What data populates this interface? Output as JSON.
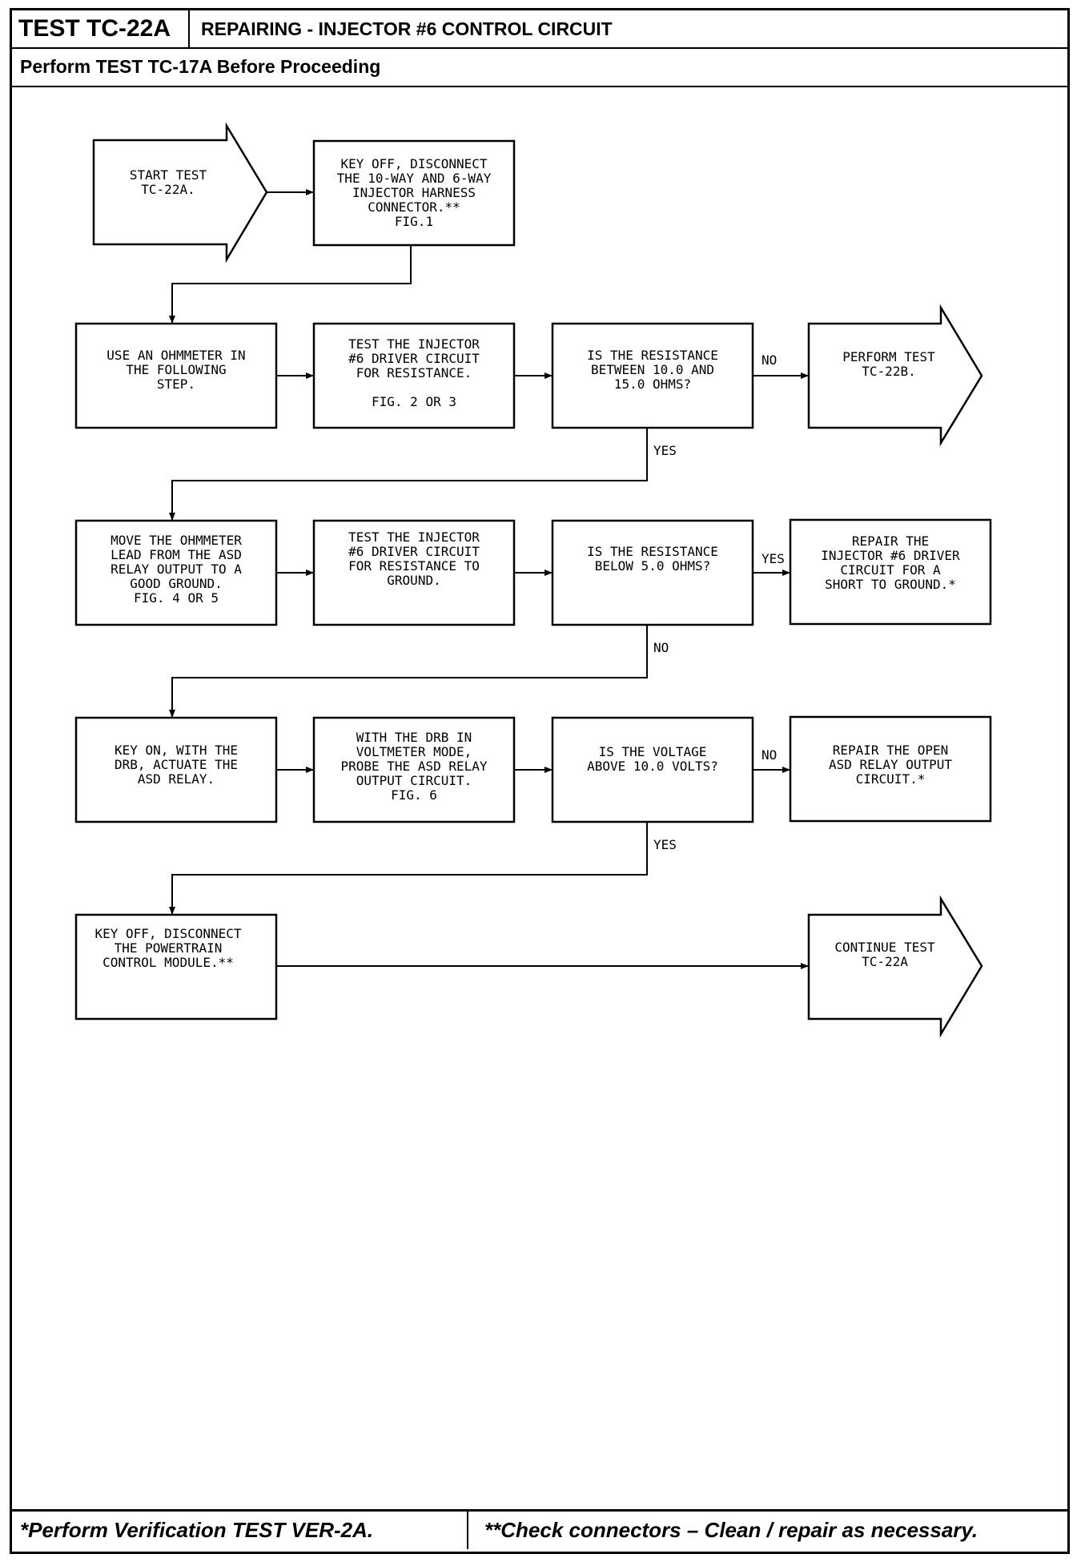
{
  "header": {
    "test_id": "TEST TC-22A",
    "title": "REPAIRING - INJECTOR #6 CONTROL CIRCUIT",
    "prerequisite": "Perform TEST TC-17A Before Proceeding"
  },
  "flow": {
    "start": [
      "START TEST",
      "TC-22A."
    ],
    "step1": [
      "KEY OFF, DISCONNECT",
      "THE 10-WAY AND 6-WAY",
      "INJECTOR HARNESS",
      "CONNECTOR.**",
      "FIG.1"
    ],
    "step2": [
      "USE AN OHMMETER IN",
      "THE FOLLOWING",
      "STEP."
    ],
    "step3": [
      "TEST THE INJECTOR",
      "#6 DRIVER CIRCUIT",
      "FOR RESISTANCE.",
      "",
      "FIG. 2 OR 3"
    ],
    "q1": [
      "IS THE RESISTANCE",
      "BETWEEN 10.0 AND",
      "15.0 OHMS?"
    ],
    "q1_no_target": [
      "PERFORM TEST",
      "TC-22B."
    ],
    "step4": [
      "MOVE THE OHMMETER",
      "LEAD FROM THE ASD",
      "RELAY OUTPUT TO A",
      "GOOD GROUND.",
      "FIG. 4 OR 5"
    ],
    "step5": [
      "TEST THE INJECTOR",
      "#6 DRIVER CIRCUIT",
      "FOR RESISTANCE TO",
      "GROUND."
    ],
    "q2": [
      "IS THE RESISTANCE",
      "BELOW 5.0 OHMS?"
    ],
    "q2_yes_target": [
      "REPAIR THE",
      "INJECTOR #6 DRIVER",
      "CIRCUIT FOR A",
      "SHORT TO GROUND.*"
    ],
    "step6": [
      "KEY ON, WITH THE",
      "DRB, ACTUATE THE",
      "ASD RELAY."
    ],
    "step7": [
      "WITH THE DRB IN",
      "VOLTMETER MODE,",
      "PROBE THE ASD RELAY",
      "OUTPUT CIRCUIT.",
      "FIG. 6"
    ],
    "q3": [
      "IS THE VOLTAGE",
      "ABOVE 10.0 VOLTS?"
    ],
    "q3_no_target": [
      "REPAIR THE OPEN",
      "ASD RELAY OUTPUT",
      "CIRCUIT.*"
    ],
    "step8": [
      "KEY OFF, DISCONNECT",
      "THE POWERTRAIN",
      "CONTROL MODULE.**"
    ],
    "end": [
      "CONTINUE TEST",
      "TC-22A"
    ],
    "labels": {
      "no": "NO",
      "yes": "YES",
      "yes_short": "YES"
    }
  },
  "footer": {
    "left": "*Perform Verification TEST VER-2A.",
    "right": "**Check connectors – Clean / repair as necessary."
  }
}
